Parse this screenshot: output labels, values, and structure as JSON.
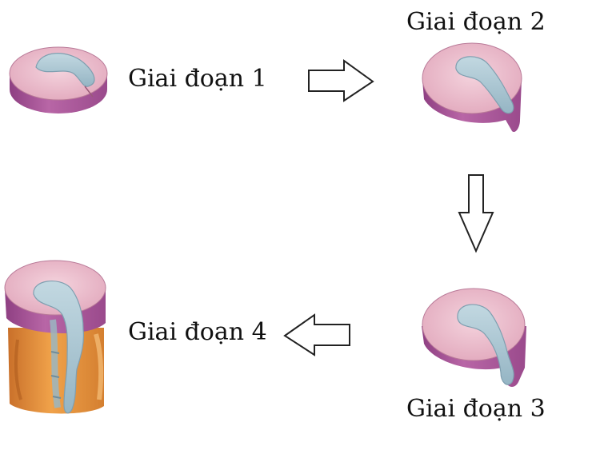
{
  "stages": [
    {
      "label": "Giai đoạn 1"
    },
    {
      "label": "Giai đoạn 2"
    },
    {
      "label": "Giai đoạn 3"
    },
    {
      "label": "Giai đoạn 4"
    }
  ],
  "colors": {
    "disc_top": "#eec4d2",
    "disc_side": "#b45ea0",
    "disc_side_dark": "#8e3f82",
    "nucleus": "#a9c6d2",
    "nucleus_edge": "#7f9fb0",
    "vertebra": "#e6943a",
    "vertebra_dark": "#b8621f",
    "arrow_stroke": "#222222"
  }
}
